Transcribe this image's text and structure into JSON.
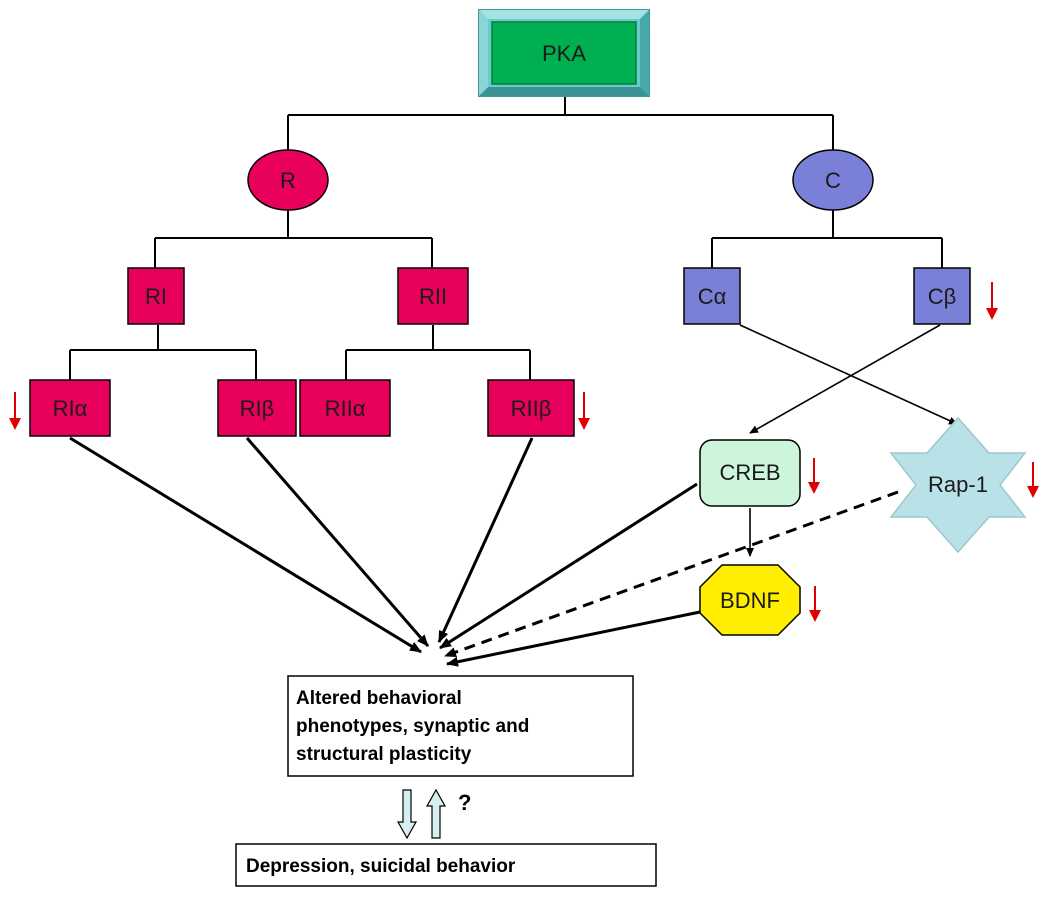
{
  "nodes": {
    "pka": "PKA",
    "r": "R",
    "c": "C",
    "ri": "RI",
    "rii": "RII",
    "ri_alpha": "RIα",
    "ri_beta": "RIβ",
    "rii_alpha": "RIIα",
    "rii_beta": "RIIβ",
    "c_alpha": "Cα",
    "c_beta": "Cβ",
    "creb": "CREB",
    "rap1": "Rap-1",
    "bdnf": "BDNF"
  },
  "outcome": {
    "line1": "Altered behavioral",
    "line2": "phenotypes, synaptic and",
    "line3": "structural plasticity"
  },
  "final": "Depression, suicidal behavior",
  "question_mark": "?",
  "colors": {
    "pka_green": "#00b050",
    "pka_frame": "#66cccc",
    "r_magenta": "#e8005c",
    "c_blue": "#7a80d8",
    "creb_green": "#ccf5d9",
    "rap1_cyan": "#b8e2e8",
    "bdnf_yellow": "#ffee00",
    "down_arrow_red": "#e00000"
  },
  "downregulated_icon": "red-down-arrow-icon"
}
